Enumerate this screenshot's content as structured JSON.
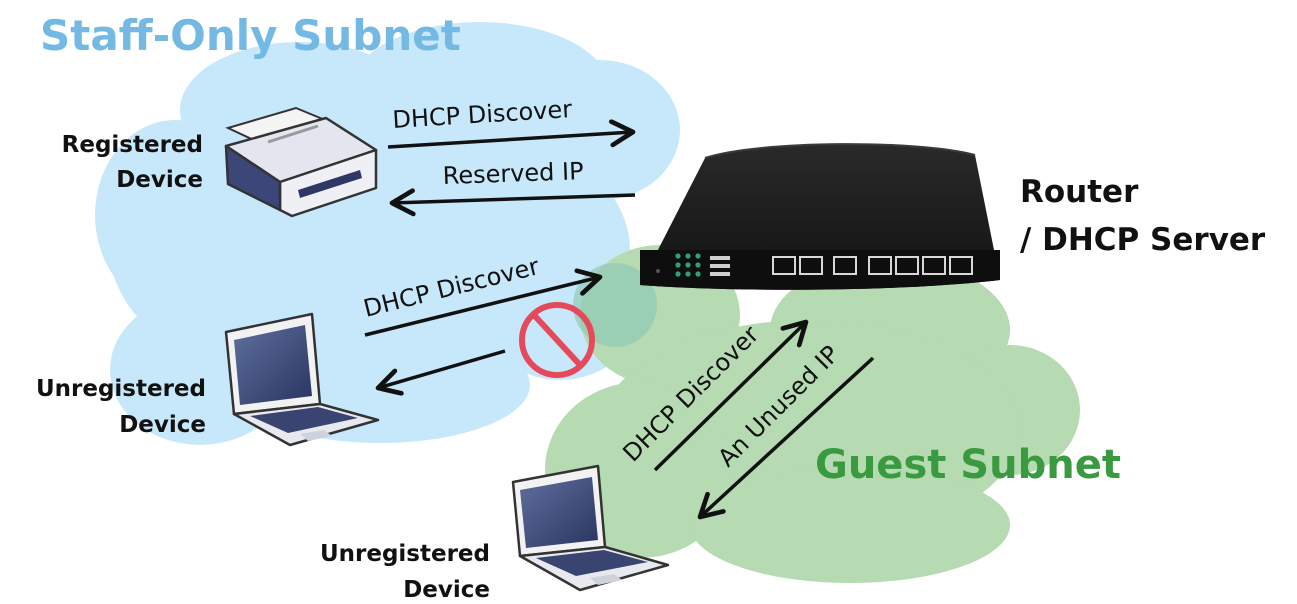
{
  "subnets": {
    "staff": {
      "label": "Staff-Only Subnet",
      "color": "#73b9e4",
      "fill": "#c7e8fa"
    },
    "guest": {
      "label": "Guest Subnet",
      "color": "#3a9a3f",
      "fill": "#b6dab1"
    }
  },
  "router": {
    "label_line1": "Router",
    "label_line2": "/ DHCP Server",
    "icon": "router-icon"
  },
  "devices": {
    "registered": {
      "line1": "Registered",
      "line2": "Device",
      "icon": "printer-icon"
    },
    "unregistered_staff": {
      "line1": "Unregistered",
      "line2": "Device",
      "icon": "laptop-icon"
    },
    "unregistered_guest": {
      "line1": "Unregistered",
      "line2": "Device",
      "icon": "laptop-icon"
    }
  },
  "messages": {
    "registered_discover": "DHCP Discover",
    "registered_reply": "Reserved IP",
    "unregistered_discover": "DHCP Discover",
    "guest_discover": "DHCP Discover",
    "guest_reply": "An Unused IP"
  },
  "blocked_icon": "no-entry-icon",
  "colors": {
    "arrow": "#111111",
    "text": "#111111",
    "no_entry": "#e44a5c"
  }
}
